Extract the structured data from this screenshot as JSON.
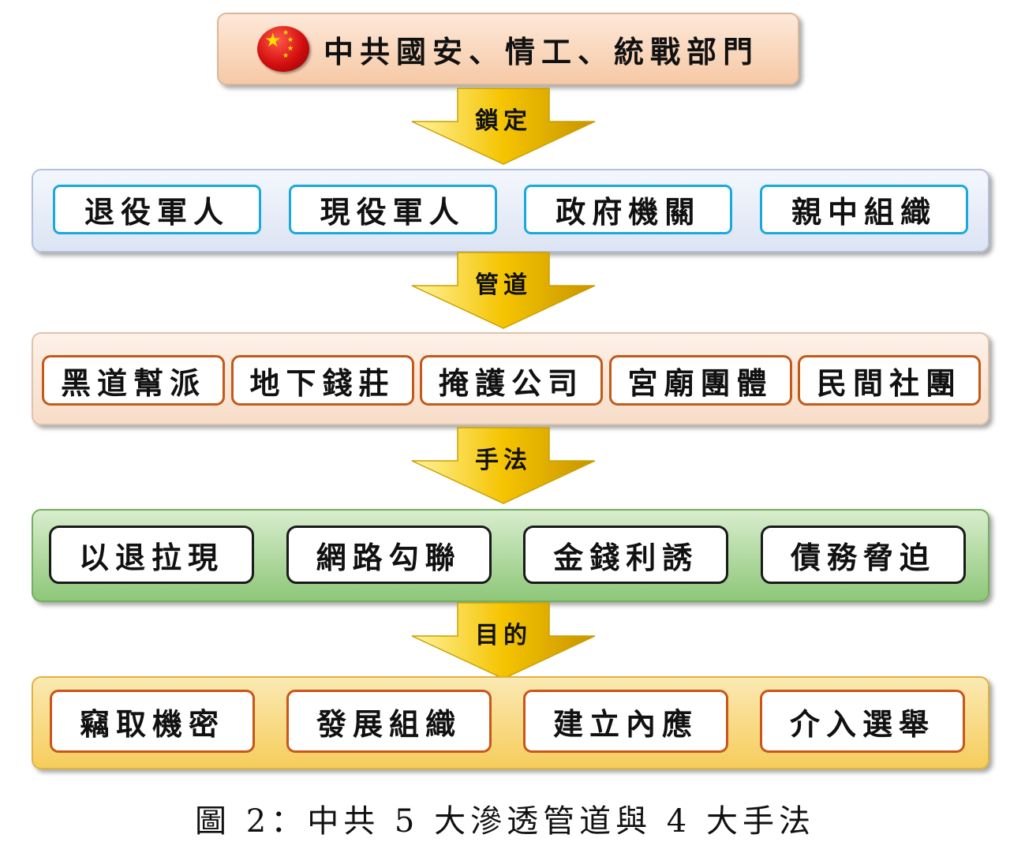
{
  "title": "中共國安、情工、統戰部門",
  "arrows": [
    "鎖定",
    "管道",
    "手法",
    "目的"
  ],
  "targets": [
    "退役軍人",
    "現役軍人",
    "政府機關",
    "親中組織"
  ],
  "channels": [
    "黑道幫派",
    "地下錢莊",
    "掩護公司",
    "宮廟團體",
    "民間社團"
  ],
  "methods": [
    "以退拉現",
    "網路勾聯",
    "金錢利誘",
    "債務脅迫"
  ],
  "goals": [
    "竊取機密",
    "發展組織",
    "建立內應",
    "介入選舉"
  ],
  "caption": "圖 2：中共 5 大滲透管道與 4 大手法",
  "colors": {
    "arrow": "#f5c400",
    "targets_border": "#1aa8e0",
    "channels_border": "#c35a1a",
    "methods_panel": "#8ec779",
    "goals_panel": "#f6cd5c"
  }
}
